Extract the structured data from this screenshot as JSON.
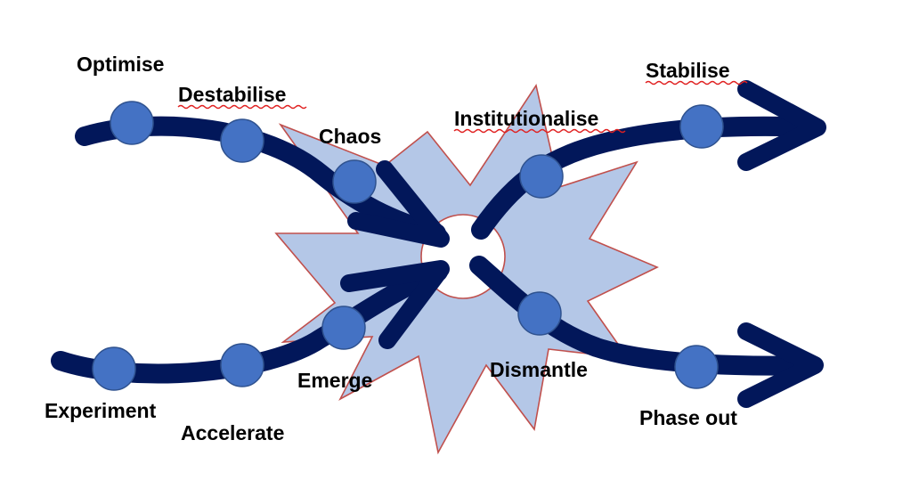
{
  "colors": {
    "arrow": "#02175a",
    "node_fill": "#4472c4",
    "node_stroke": "#2f528f",
    "burst_fill": "#b4c7e7",
    "burst_stroke": "#c0504d",
    "spellcheck": "#e02020"
  },
  "labels": {
    "optimise": "Optimise",
    "destabilise": "Destabilise",
    "chaos": "Chaos",
    "institutionalise": "Institutionalise",
    "stabilise": "Stabilise",
    "experiment": "Experiment",
    "accelerate": "Accelerate",
    "emerge": "Emerge",
    "dismantle": "Dismantle",
    "phase_out": "Phase out"
  }
}
